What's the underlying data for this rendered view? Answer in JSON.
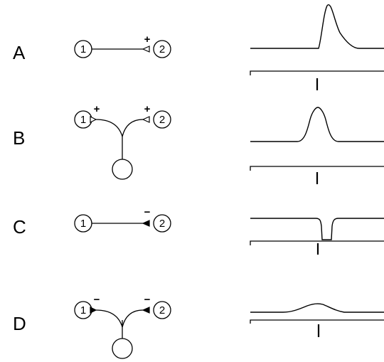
{
  "rows": [
    {
      "label": "A",
      "node1": "1",
      "node2": "2",
      "sign1": "",
      "sign2": "+"
    },
    {
      "label": "B",
      "node1": "1",
      "node2": "2",
      "sign1": "+",
      "sign2": "+"
    },
    {
      "label": "C",
      "node1": "1",
      "node2": "2",
      "sign1": "",
      "sign2": "−"
    },
    {
      "label": "D",
      "node1": "1",
      "node2": "2",
      "sign1": "−",
      "sign2": "−"
    }
  ]
}
